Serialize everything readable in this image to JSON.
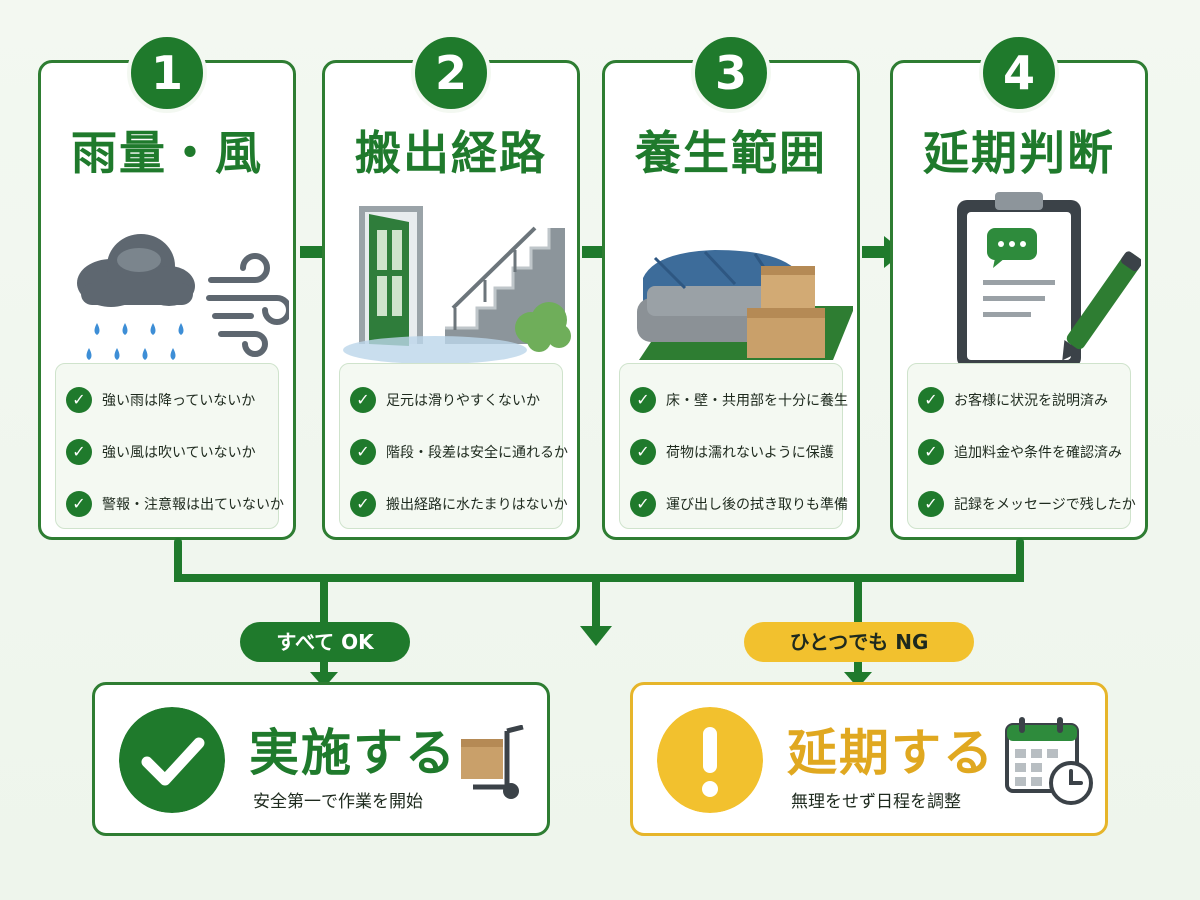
{
  "steps": [
    {
      "number": "1",
      "title": "雨量・風",
      "checks": [
        "強い雨は降っていないか",
        "強い風は吹いていないか",
        "警報・注意報は出ていないか"
      ]
    },
    {
      "number": "2",
      "title": "搬出経路",
      "checks": [
        "足元は滑りやすくないか",
        "階段・段差は安全に通れるか",
        "搬出経路に水たまりはないか"
      ]
    },
    {
      "number": "3",
      "title": "養生範囲",
      "checks": [
        "床・壁・共用部を十分に養生",
        "荷物は濡れないように保護",
        "運び出し後の拭き取りも準備"
      ]
    },
    {
      "number": "4",
      "title": "延期判断",
      "checks": [
        "お客様に状況を説明済み",
        "追加料金や条件を確認済み",
        "記録をメッセージで残したか"
      ]
    }
  ],
  "branches": {
    "ok_label": "すべて OK",
    "ng_label": "ひとつでも NG"
  },
  "results": {
    "ok": {
      "title": "実施する",
      "subtitle": "安全第一で作業を開始"
    },
    "ng": {
      "title": "延期する",
      "subtitle": "無理をせず日程を調整"
    }
  },
  "colors": {
    "primary_green": "#1f7a2c",
    "warning_yellow": "#f2c12e"
  }
}
